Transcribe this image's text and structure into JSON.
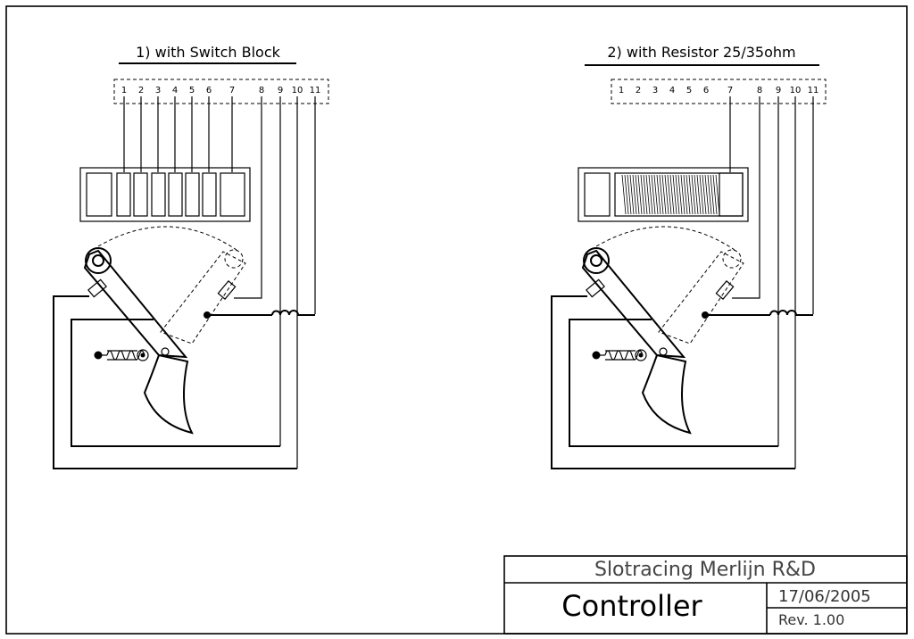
{
  "diagrams": [
    {
      "title": "1) with Switch Block",
      "terminals": [
        "1",
        "2",
        "3",
        "4",
        "5",
        "6",
        "7",
        "8",
        "9",
        "10",
        "11"
      ],
      "module": "switch-block"
    },
    {
      "title": "2) with Resistor 25/35ohm",
      "terminals": [
        "1",
        "2",
        "3",
        "4",
        "5",
        "6",
        "7",
        "8",
        "9",
        "10",
        "11"
      ],
      "module": "resistor"
    }
  ],
  "title_block": {
    "company": "Slotracing Merlijn R&D",
    "drawing_title": "Controller",
    "date": "17/06/2005",
    "revision": "Rev. 1.00"
  }
}
